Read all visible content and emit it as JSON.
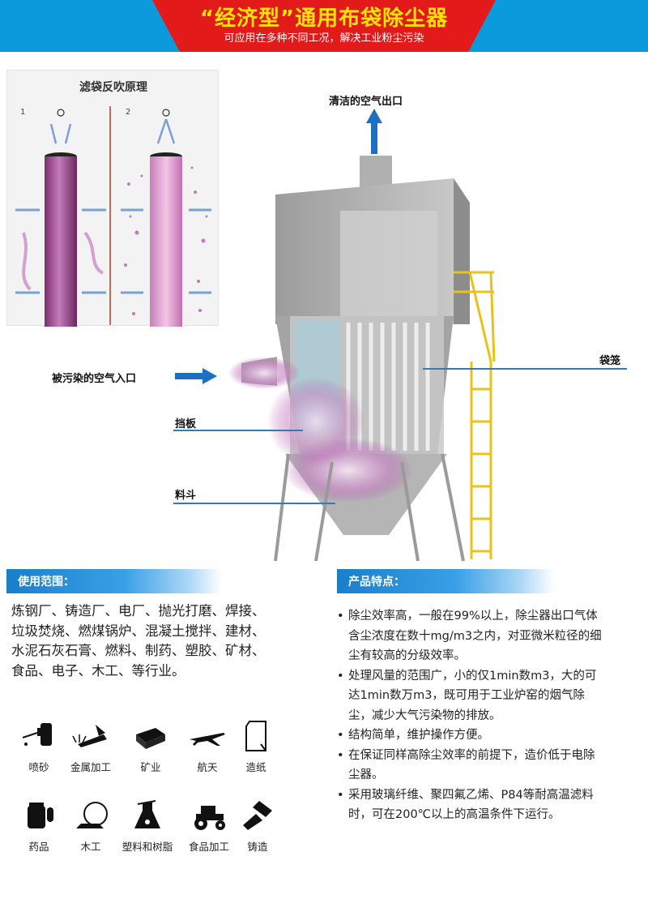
{
  "header": {
    "title": "“经济型”通用布袋除尘器",
    "subtitle": "可应用在多种不同工况，解决工业粉尘污染"
  },
  "principle": {
    "title": "滤袋反吹原理",
    "label_1": "1",
    "label_2": "2"
  },
  "diagram": {
    "outlet_label": "清洁的空气出口",
    "inlet_label": "被污染的空气入口",
    "cage_label": "袋笼",
    "baffle_label": "挡板",
    "hopper_label": "料斗"
  },
  "scope": {
    "heading": "使用范围：",
    "text": "炼钢厂、铸造厂、电厂、抛光打磨、焊接、垃圾焚烧、燃煤锅炉、混凝土搅拌、建材、水泥石灰石膏、燃料、制药、塑胶、矿材、食品、电子、木工、等行业。",
    "industries": [
      {
        "icon": "sandblast-icon",
        "label": "喷砂"
      },
      {
        "icon": "metalwork-icon",
        "label": "金属加工"
      },
      {
        "icon": "mining-icon",
        "label": "矿业"
      },
      {
        "icon": "airplane-icon",
        "label": "航天"
      },
      {
        "icon": "paper-icon",
        "label": "造纸"
      },
      {
        "icon": "medicine-icon",
        "label": "药品"
      },
      {
        "icon": "woodwork-icon",
        "label": "木工"
      },
      {
        "icon": "plastic-icon",
        "label": "塑料和树脂"
      },
      {
        "icon": "tractor-icon",
        "label": "食品加工"
      },
      {
        "icon": "casting-icon",
        "label": "铸造"
      }
    ]
  },
  "features": {
    "heading": "产品特点：",
    "items": [
      "除尘效率高，一般在99%以上，除尘器出口气体含尘浓度在数十mg/m3之内，对亚微米粒径的细尘有较高的分级效率。",
      "处理风量的范围广，小的仅1min数m3，大的可达1min数万m3，既可用于工业炉窑的烟气除尘，减少大气污染物的排放。",
      "结构简单，维护操作方便。",
      "在保证同样高除尘效率的前提下，造价低于电除尘器。",
      "采用玻璃纤维、聚四氟乙烯、P84等耐高温滤料时，可在200℃以上的高温条件下运行。"
    ]
  },
  "colors": {
    "header_blue": "#0b9bdc",
    "header_red": "#e21a1a",
    "title_yellow": "#ffe400",
    "section_blue": "#1a7fc9",
    "leader_blue": "#3579b5",
    "dust_purple": "#b04fae"
  }
}
